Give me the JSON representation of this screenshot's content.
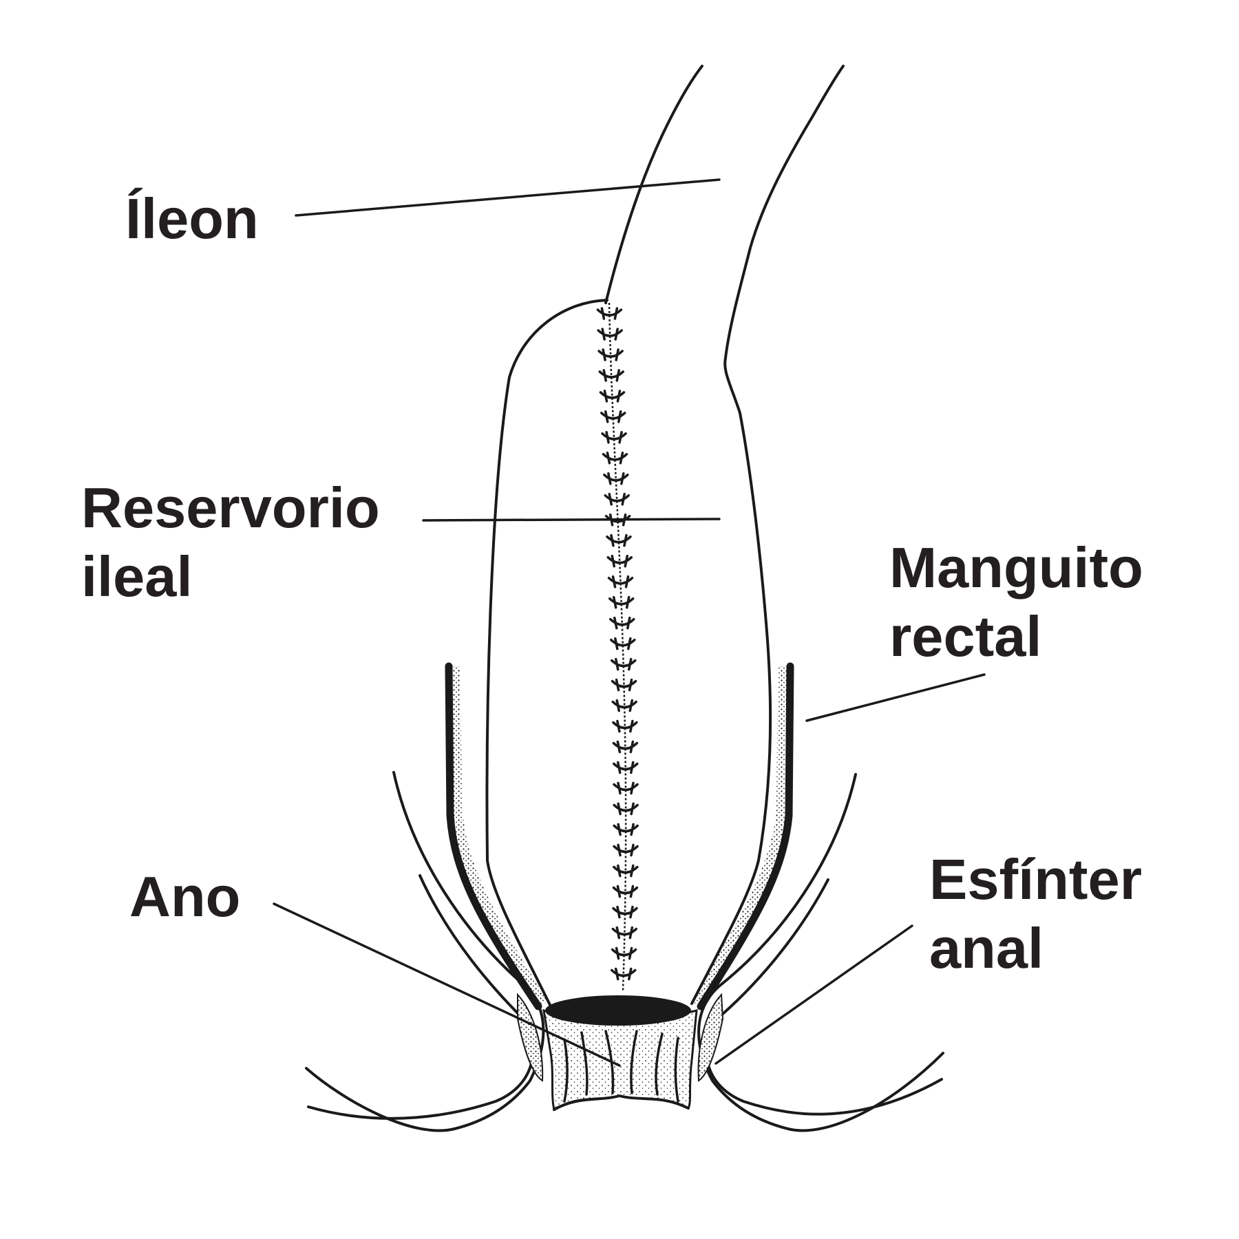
{
  "labels": {
    "ileon": "Íleon",
    "reservorio_line1": "Reservorio",
    "reservorio_line2": "ileal",
    "manguito_line1": "Manguito",
    "manguito_line2": "rectal",
    "ano": "Ano",
    "esfinter_line1": "Esfínter",
    "esfinter_line2": "anal"
  },
  "colors": {
    "ink": "#1a1a1a",
    "label_text": "#231f20",
    "background": "#ffffff"
  }
}
